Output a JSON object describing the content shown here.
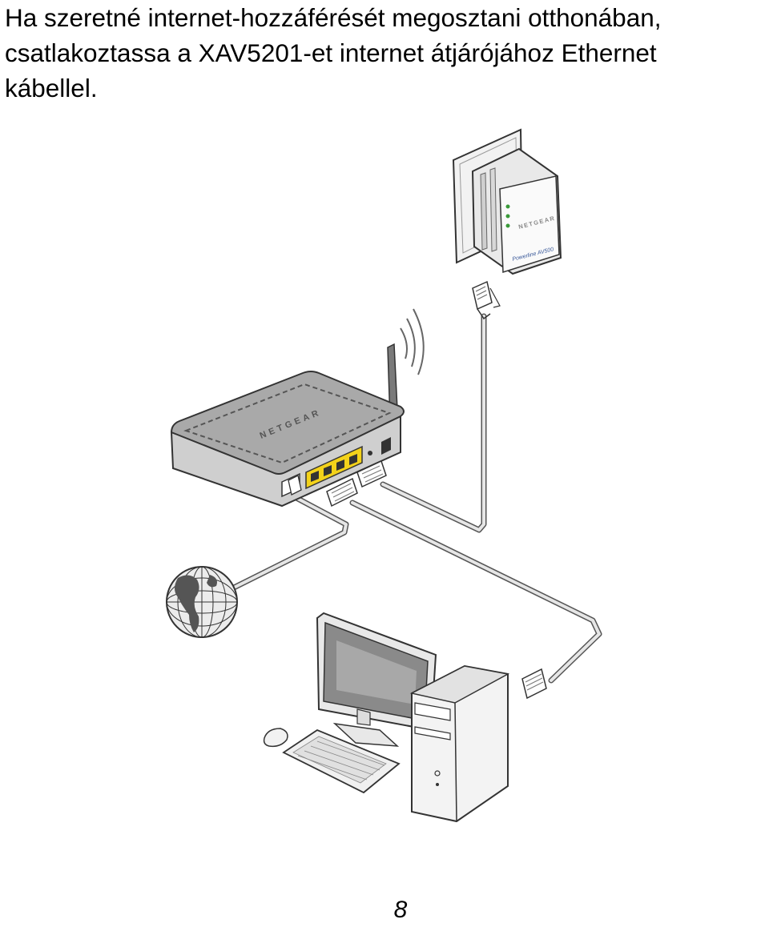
{
  "instruction": {
    "lines": [
      "Ha szeretné internet-hozzáférését megosztani otthonában,",
      "csatlakoztassa a XAV5201-et internet átjárójához Ethernet",
      "kábellel."
    ]
  },
  "router": {
    "brand": "NETGEAR"
  },
  "powerline_adapter": {
    "brand": "NETGEAR",
    "model": "Powerline AV500"
  },
  "page_number": "8"
}
